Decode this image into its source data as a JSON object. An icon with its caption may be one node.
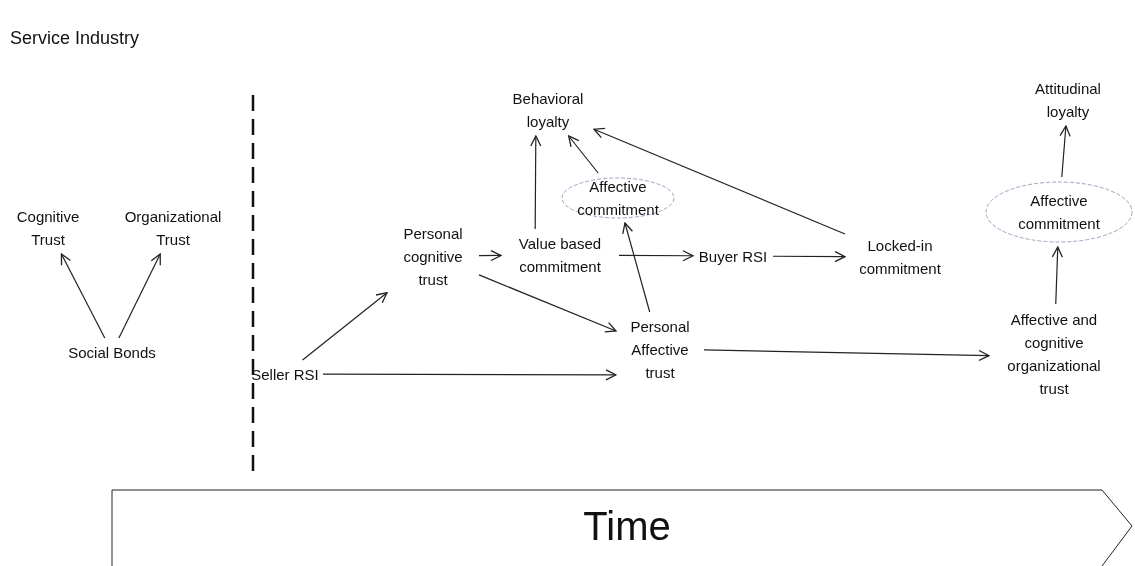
{
  "diagram": {
    "title": "Service Industry",
    "nodes": [
      {
        "text": [
          "Cognitive Trust"
        ]
      },
      {
        "text": [
          "Organizational Trust"
        ]
      },
      {
        "text": [
          "Social Bonds"
        ]
      },
      {
        "text": [
          "Seller RSI"
        ]
      },
      {
        "text": [
          "Personal cognitive trust"
        ]
      },
      {
        "text": [
          "Behavioral loyalty"
        ]
      },
      {
        "text": [
          "Affective commitment"
        ]
      },
      {
        "text": [
          "Value based commitment"
        ]
      },
      {
        "text": [
          "Buyer RSI"
        ]
      },
      {
        "text": [
          "Locked-in commitment"
        ]
      },
      {
        "text": [
          "Personal Affective trust"
        ]
      },
      {
        "text": [
          "Attitudinal loyalty"
        ]
      },
      {
        "text": [
          "Affective commitment"
        ]
      },
      {
        "text": [
          "Affective and cognitive organizational trust"
        ]
      },
      {
        "text": [
          "Time"
        ]
      }
    ],
    "edges": [
      {
        "from": 2,
        "to": 0,
        "arrow": "to"
      },
      {
        "from": 2,
        "to": 1,
        "arrow": "to"
      },
      {
        "from": 3,
        "to": 4,
        "arrow": "to"
      },
      {
        "from": 3,
        "to": 10,
        "arrow": "to"
      },
      {
        "from": 4,
        "to": 7,
        "arrow": "to"
      },
      {
        "from": 4,
        "to": 10,
        "arrow": "to"
      },
      {
        "from": 7,
        "to": 5,
        "arrow": "to"
      },
      {
        "from": 6,
        "to": 5,
        "arrow": "to"
      },
      {
        "from": 9,
        "to": 5,
        "arrow": "to"
      },
      {
        "from": 7,
        "to": 8,
        "arrow": "to"
      },
      {
        "from": 8,
        "to": 9,
        "arrow": "to"
      },
      {
        "from": 10,
        "to": 6,
        "arrow": "to"
      },
      {
        "from": 10,
        "to": 13,
        "arrow": "to"
      },
      {
        "from": 13,
        "to": 12,
        "arrow": "to"
      },
      {
        "from": 12,
        "to": 11,
        "arrow": "to"
      }
    ]
  }
}
